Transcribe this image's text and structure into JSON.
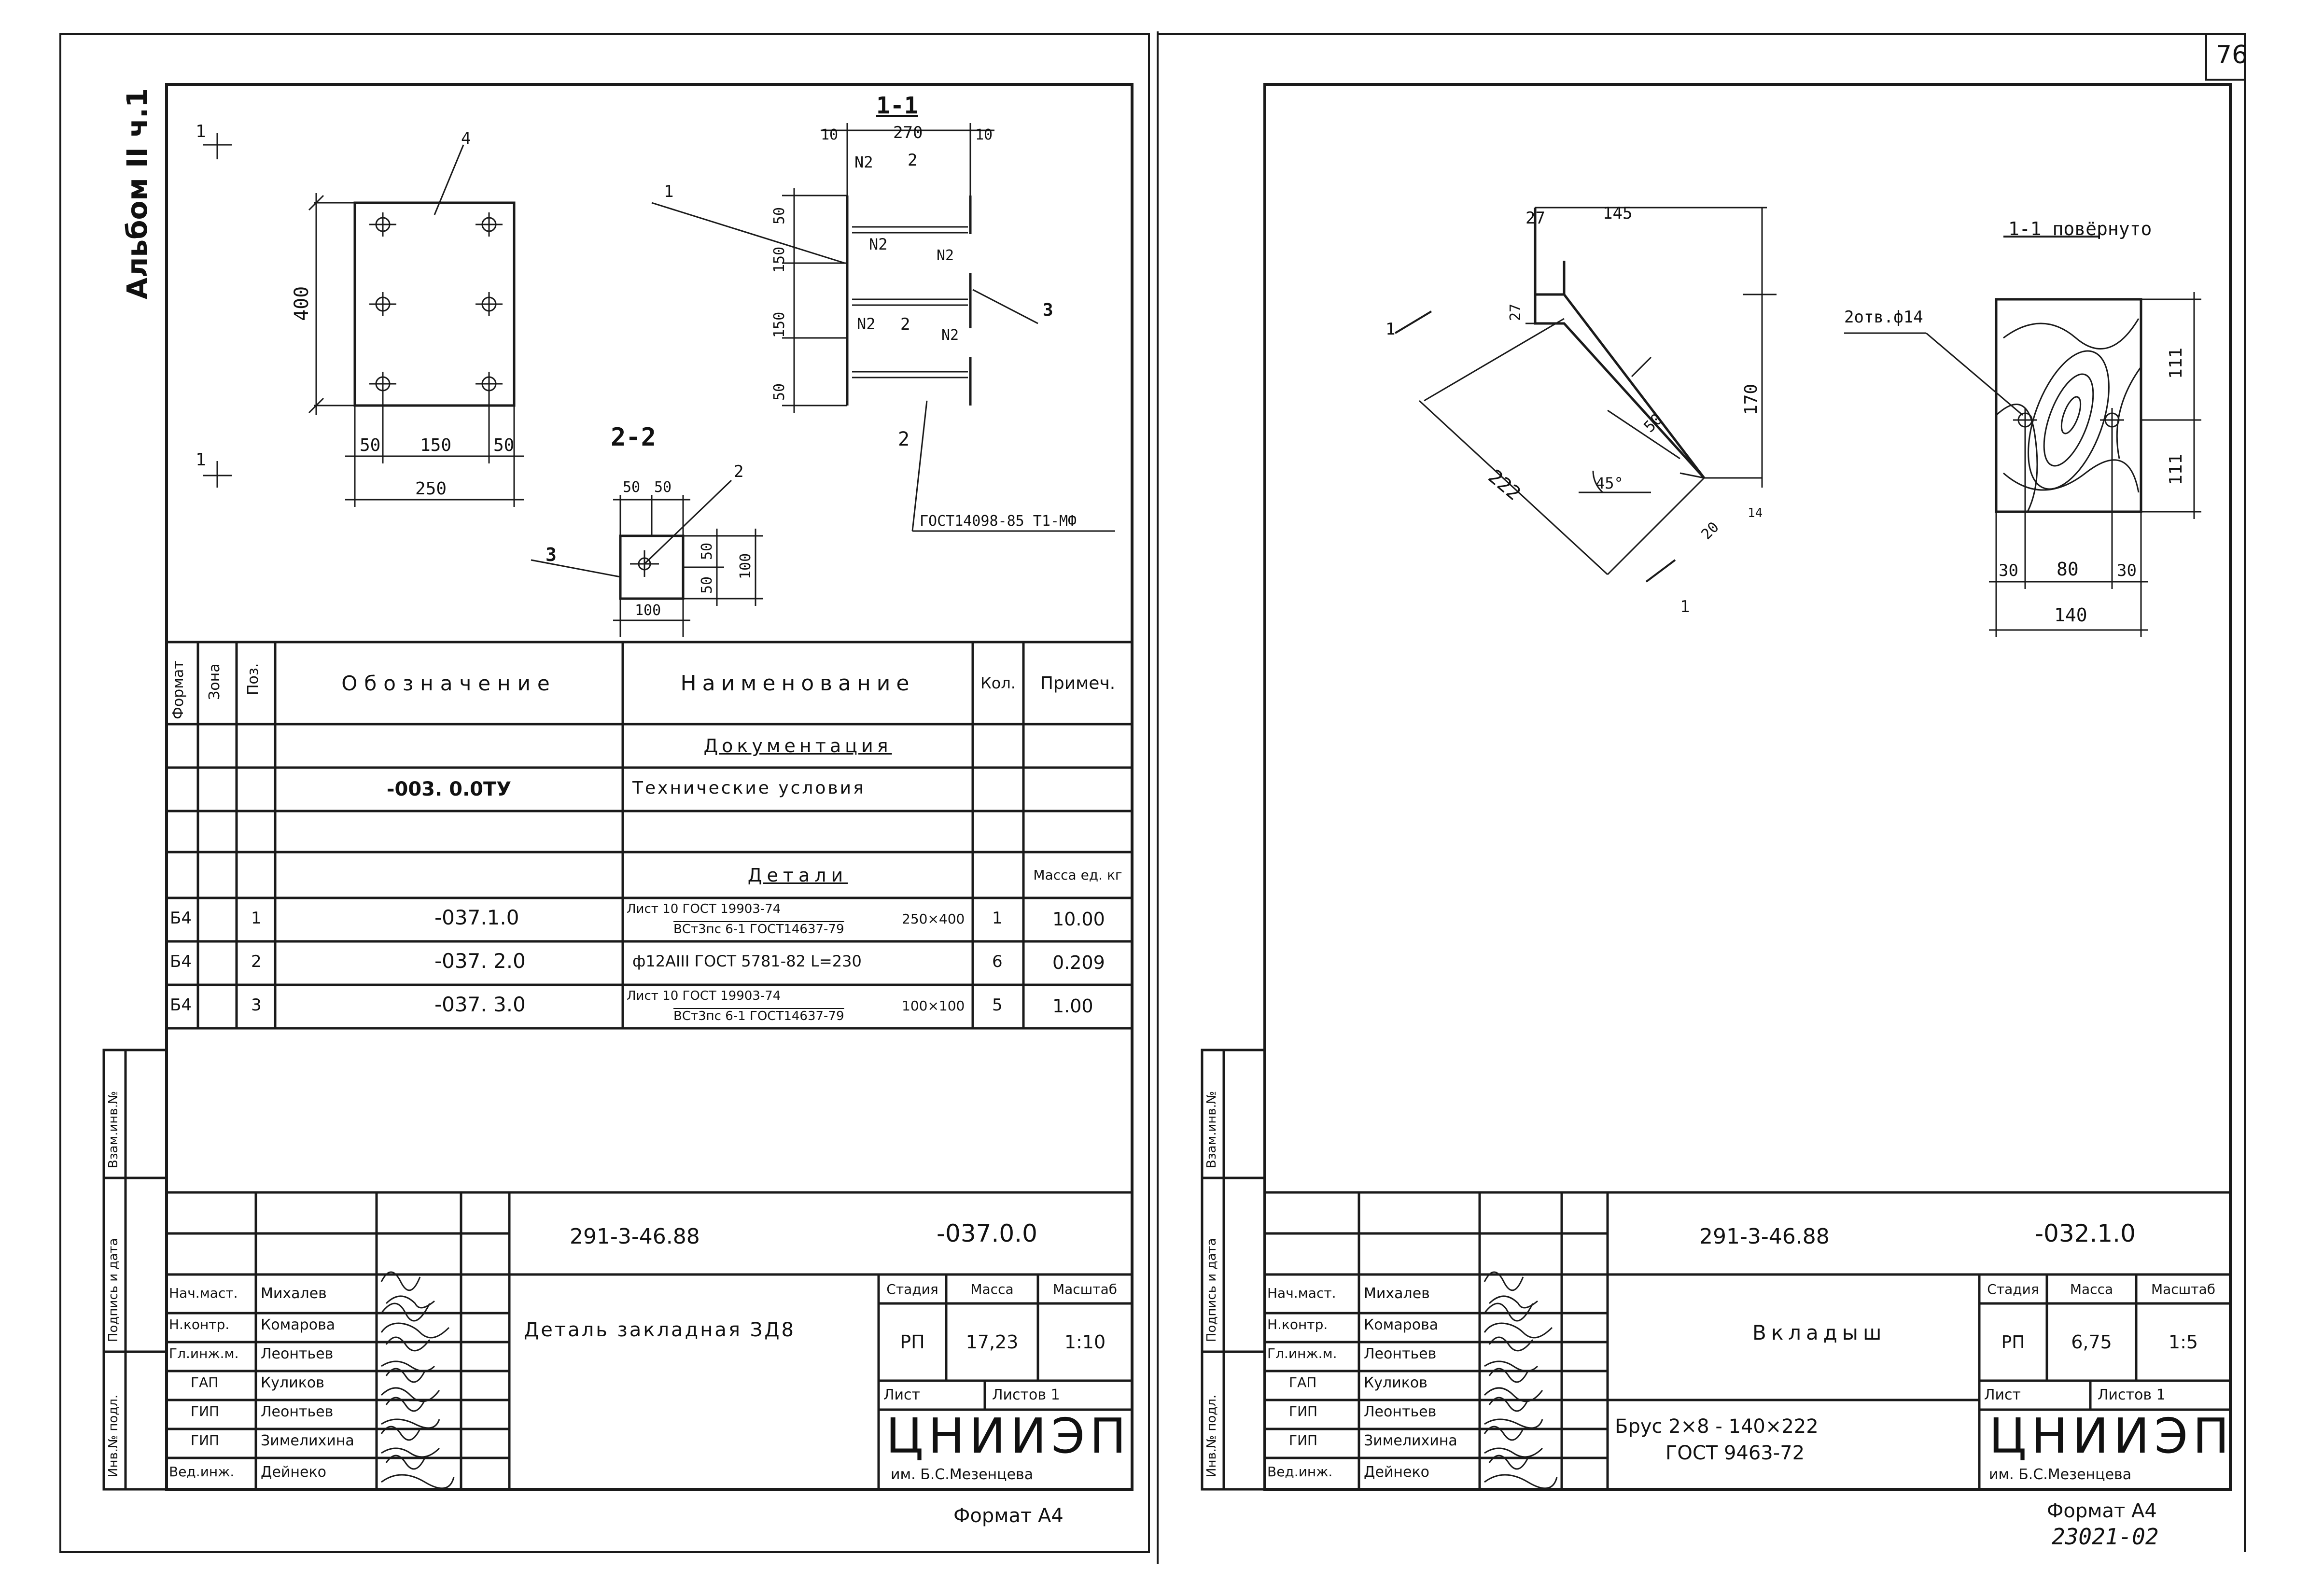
{
  "page_number": "76",
  "left_sheet": {
    "album": "Альбом II ч.1",
    "drawing": {
      "callout_4": "4",
      "height_400": "400",
      "dims_bottom": [
        "50",
        "150",
        "50"
      ],
      "width_250": "250",
      "section_1_label_top": "1",
      "section_1_label_bottom": "1",
      "sec22_title": "2-2",
      "sec22_dims_top": [
        "50",
        "50"
      ],
      "sec22_dims_right": [
        "50",
        "50",
        "100"
      ],
      "sec22_width": "100",
      "callout_3": "3",
      "callout_2": "2",
      "sec11_title": "1-1",
      "sec11_dim_left": "10",
      "sec11_dim_mid": "270",
      "sec11_dim_right": "10",
      "sec11_vdims": [
        "50",
        "150",
        "150",
        "50"
      ],
      "sec11_callout_1": "1",
      "sec11_callout_3": "3",
      "weld_n2": "N2",
      "weld_n2_b": "N2",
      "weld_n2_c": "N2",
      "weld_n2_d": "N2",
      "weld_n2_e": "N2",
      "mark_2_a": "2",
      "mark_2_b": "2",
      "mark_2_c": "2",
      "gost_weld": "ГОСТ14098-85 Т1-МФ"
    },
    "spec": {
      "headers": [
        "Формат",
        "Зона",
        "Поз.",
        "Обозначение",
        "Наименование",
        "Кол.",
        "Примеч."
      ],
      "section_docs": "Документация",
      "row_docs": {
        "designation": "-003. 0.0ТУ",
        "name": "Технические условия"
      },
      "section_parts": "Детали",
      "mass_note": "Масса ед. кг",
      "rows": [
        {
          "format": "Б4",
          "pos": "1",
          "designation": "-037.1.0",
          "name_top": "Лист 10 ГОСТ 19903-74",
          "name_bottom": "ВСт3пс 6-1 ГОСТ14637-79",
          "size": "250×400",
          "qty": "1",
          "note": "10.00"
        },
        {
          "format": "Б4",
          "pos": "2",
          "designation": "-037. 2.0",
          "name_top": "ф12АIII ГОСТ 5781-82  L=230",
          "name_bottom": "",
          "size": "",
          "qty": "6",
          "note": "0.209"
        },
        {
          "format": "Б4",
          "pos": "3",
          "designation": "-037. 3.0",
          "name_top": "Лист 10 ГОСТ 19903-74",
          "name_bottom": "ВСт3пс 6-1 ГОСТ14637-79",
          "size": "100×100",
          "qty": "5",
          "note": "1.00"
        }
      ]
    },
    "title_block": {
      "doc_code": "291-3-46.88",
      "doc_number": "-037.0.0",
      "name": "Деталь закладная ЗД8",
      "stage_label": "Стадия",
      "mass_label": "Масса",
      "scale_label": "Масштаб",
      "stage": "РП",
      "mass": "17,23",
      "scale": "1:10",
      "sheet_label": "Лист",
      "sheets_label": "Листов 1",
      "org": "ЦНИИЭП",
      "org_sub": "им. Б.С.Мезенцева",
      "roles": [
        "Нач.маст.",
        "Н.контр.",
        "Гл.инж.м.",
        "ГАП",
        "ГИП",
        "ГИП",
        "Вед.инж."
      ],
      "names": [
        "Михалев",
        "Комарова",
        "Леонтьев",
        "Куликов",
        "Леонтьев",
        "Зимелихина",
        "Дейнеко"
      ]
    },
    "side_stamp": [
      "Инв.№ подл.",
      "Подпись и дата",
      "Взам.инв.№"
    ],
    "format": "Формат А4"
  },
  "right_sheet": {
    "drawing": {
      "dim_27": "27",
      "dim_145": "145",
      "dim_27_v": "27",
      "dim_170": "170",
      "dim_222": "222",
      "dim_50": "50",
      "dim_20": "20",
      "dim_14": "14",
      "angle_45": "45°",
      "section_mark_a": "1",
      "section_mark_b": "1",
      "view_title": "1-1 повёрнуто",
      "holes": "2отв.ф14",
      "dim_111_a": "111",
      "dim_111_b": "111",
      "dims_bottom": [
        "30",
        "80",
        "30"
      ],
      "width_140": "140"
    },
    "title_block": {
      "doc_code": "291-3-46.88",
      "doc_number": "-032.1.0",
      "name": "Вкладыш",
      "material_1": "Брус 2×8 - 140×222",
      "material_2": "ГОСТ 9463-72",
      "stage_label": "Стадия",
      "mass_label": "Масса",
      "scale_label": "Масштаб",
      "stage": "РП",
      "mass": "6,75",
      "scale": "1:5",
      "sheet_label": "Лист",
      "sheets_label": "Листов 1",
      "org": "ЦНИИЭП",
      "org_sub": "им. Б.С.Мезенцева",
      "roles": [
        "Нач.маст.",
        "Н.контр.",
        "Гл.инж.м.",
        "ГАП",
        "ГИП",
        "ГИП",
        "Вед.инж."
      ],
      "names": [
        "Михалев",
        "Комарова",
        "Леонтьев",
        "Куликов",
        "Леонтьев",
        "Зимелихина",
        "Дейнеко"
      ]
    },
    "side_stamp": [
      "Инв.№ подл.",
      "Подпись и дата",
      "Взам.инв.№"
    ],
    "format": "Формат А4",
    "archive_no": "23021-02"
  }
}
